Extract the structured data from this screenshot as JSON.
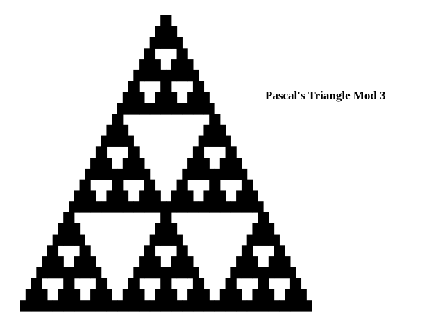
{
  "title": "Pascal's Triangle Mod 3",
  "diagram": {
    "type": "pascal-triangle-mod-3",
    "modulus": 3,
    "rows": 27,
    "cell_color": "#000000",
    "background_color": "#ffffff"
  }
}
